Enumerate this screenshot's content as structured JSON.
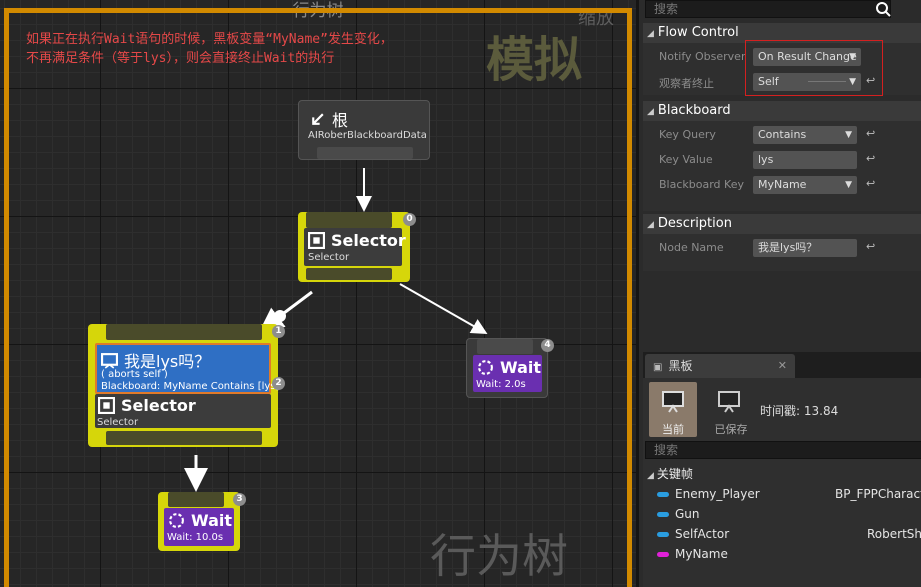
{
  "graph": {
    "title": "行为树",
    "zoom_label": "缩放",
    "watermark_top": "模拟",
    "watermark_bottom": "行为树",
    "note_line1": "如果正在执行Wait语句的时候，黑板变量“MyName”发生变化，",
    "note_line2": "不再满足条件（等于lys），则会直接终止Wait的执行"
  },
  "nodes": {
    "root": {
      "title": "根",
      "subtitle": "AIRoberBlackboardData"
    },
    "selector_top": {
      "index": "0",
      "title": "Selector",
      "subtitle": "Selector"
    },
    "decorator": {
      "index": "1",
      "title": "我是lys吗？",
      "line1": "( aborts self )",
      "line2": "Blackboard: MyName Contains [lys]",
      "line2_index": "2"
    },
    "selector_inner": {
      "title": "Selector",
      "subtitle": "Selector"
    },
    "wait_bottom": {
      "index": "3",
      "title": "Wait",
      "subtitle": "Wait: 10.0s"
    },
    "wait_right": {
      "index": "4",
      "title": "Wait",
      "subtitle": "Wait: 2.0s"
    }
  },
  "details": {
    "search_placeholder": "搜索",
    "flow_control": {
      "header": "Flow Control",
      "notify_label": "Notify Observer",
      "notify_value": "On Result Change",
      "observer_label": "观察者终止",
      "observer_value": "Self"
    },
    "blackboard": {
      "header": "Blackboard",
      "key_query_label": "Key Query",
      "key_query_value": "Contains",
      "key_value_label": "Key Value",
      "key_value_value": "lys",
      "bb_key_label": "Blackboard Key",
      "bb_key_value": "MyName"
    },
    "description": {
      "header": "Description",
      "node_name_label": "Node Name",
      "node_name_value": "我是lys吗？"
    }
  },
  "blackboard_panel": {
    "tab_label": "黑板",
    "current_label": "当前",
    "saved_label": "已保存",
    "timestamp": "时间戳: 13.84",
    "search_placeholder": "搜索",
    "keyframe_header": "关键帧",
    "keys": [
      {
        "name": "Enemy_Player",
        "value": "BP_FPPCharacte",
        "color": "#2a9de0"
      },
      {
        "name": "Gun",
        "value": "",
        "color": "#2a9de0"
      },
      {
        "name": "SelfActor",
        "value": "RobertSho",
        "color": "#2a9de0"
      },
      {
        "name": "MyName",
        "value": "",
        "color": "#e020d8"
      }
    ]
  },
  "colors": {
    "frame": "#d28a00",
    "composite_border": "#d6d60a",
    "decorator_blue": "#2f6fc4",
    "task_purple": "#6a2fb0",
    "highlight_red": "#d42020"
  }
}
